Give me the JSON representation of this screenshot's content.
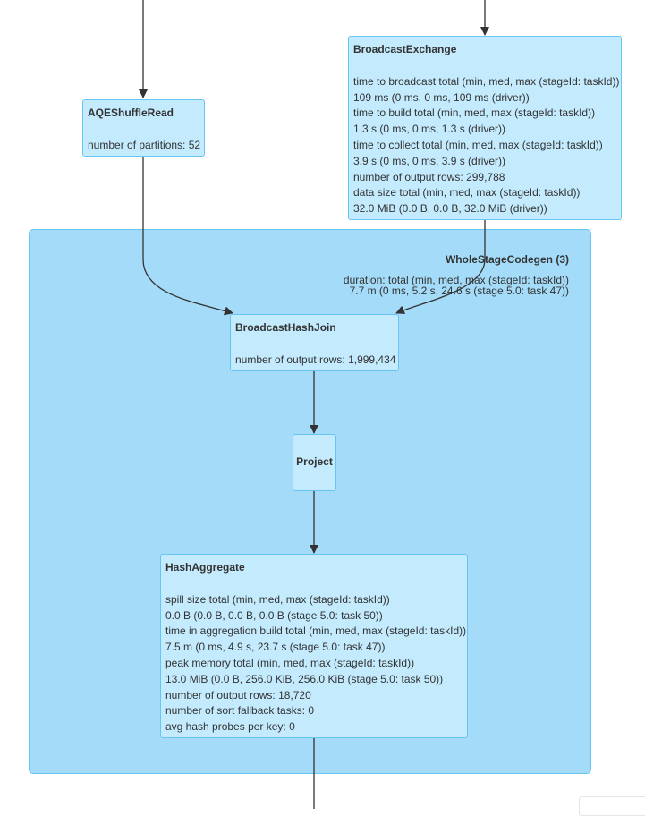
{
  "cluster": {
    "title": "WholeStageCodegen (3)",
    "metric_label": "duration: total (min, med, max (stageId: taskId))",
    "metric_value": "7.7 m (0 ms, 5.2 s, 24.6 s (stage 5.0: task 47))"
  },
  "nodes": {
    "aqe": {
      "title": "AQEShuffleRead",
      "metrics": [
        "number of partitions: 52"
      ]
    },
    "broadcast_exchange": {
      "title": "BroadcastExchange",
      "metrics": [
        "time to broadcast total (min, med, max (stageId: taskId))",
        "109 ms (0 ms, 0 ms, 109 ms (driver))",
        "time to build total (min, med, max (stageId: taskId))",
        "1.3 s (0 ms, 0 ms, 1.3 s (driver))",
        "time to collect total (min, med, max (stageId: taskId))",
        "3.9 s (0 ms, 0 ms, 3.9 s (driver))",
        "number of output rows: 299,788",
        "data size total (min, med, max (stageId: taskId))",
        "32.0 MiB (0.0 B, 0.0 B, 32.0 MiB (driver))"
      ]
    },
    "bhj": {
      "title": "BroadcastHashJoin",
      "metrics": [
        "number of output rows: 1,999,434"
      ]
    },
    "project": {
      "title": "Project",
      "metrics": []
    },
    "hash_aggregate": {
      "title": "HashAggregate",
      "metrics": [
        "spill size total (min, med, max (stageId: taskId))",
        "0.0 B (0.0 B, 0.0 B, 0.0 B (stage 5.0: task 50))",
        "time in aggregation build total (min, med, max (stageId: taskId))",
        "7.5 m (0 ms, 4.9 s, 23.7 s (stage 5.0: task 47))",
        "peak memory total (min, med, max (stageId: taskId))",
        "13.0 MiB (0.0 B, 256.0 KiB, 256.0 KiB (stage 5.0: task 50))",
        "number of output rows: 18,720",
        "number of sort fallback tasks: 0",
        "avg hash probes per key: 0"
      ]
    }
  },
  "colors": {
    "cluster_fill": "#a4dbf8",
    "cluster_border": "#66c5f3",
    "node_fill": "#c3eafd",
    "node_border": "#66c5f3",
    "edge": "#333333"
  }
}
